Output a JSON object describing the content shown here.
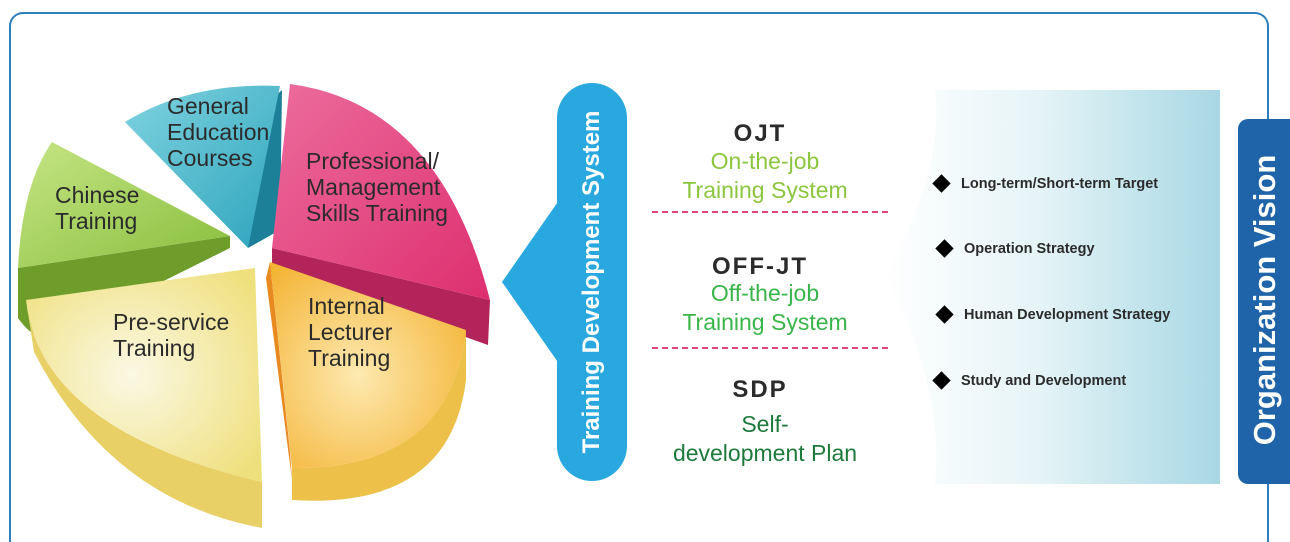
{
  "pie": {
    "segments": [
      {
        "name": "chinese",
        "lines": [
          "Chinese",
          "Training"
        ],
        "color": "#94c94a"
      },
      {
        "name": "general-education",
        "lines": [
          "General",
          "Education",
          "Courses"
        ],
        "color": "#3fb2c6"
      },
      {
        "name": "professional",
        "lines": [
          "Professional/",
          "Management",
          "Skills Training"
        ],
        "color": "#e3457f"
      },
      {
        "name": "internal-lecturer",
        "lines": [
          "Internal",
          "Lecturer",
          "Training"
        ],
        "color": "#f2b53a"
      },
      {
        "name": "pre-service",
        "lines": [
          "Pre-service",
          "Training"
        ],
        "color": "#efe07e"
      }
    ]
  },
  "training_system": {
    "title": "Training Development System",
    "color": "#29a8e0",
    "programs": [
      {
        "code": "OJT",
        "desc_lines": [
          "On-the-job",
          "Training System"
        ],
        "color": "#8cc63f"
      },
      {
        "code": "OFF-JT",
        "desc_lines": [
          "Off-the-job",
          "Training System"
        ],
        "color": "#39b54a"
      },
      {
        "code": "SDP",
        "desc_lines": [
          "Self-",
          "development Plan"
        ],
        "color": "#1e7a3c"
      }
    ]
  },
  "vision": {
    "title": "Organization Vision",
    "color": "#1f64a8",
    "items": [
      "Long-term/Short-term Target",
      "Operation Strategy",
      "Human Development Strategy",
      "Study and Development"
    ]
  }
}
